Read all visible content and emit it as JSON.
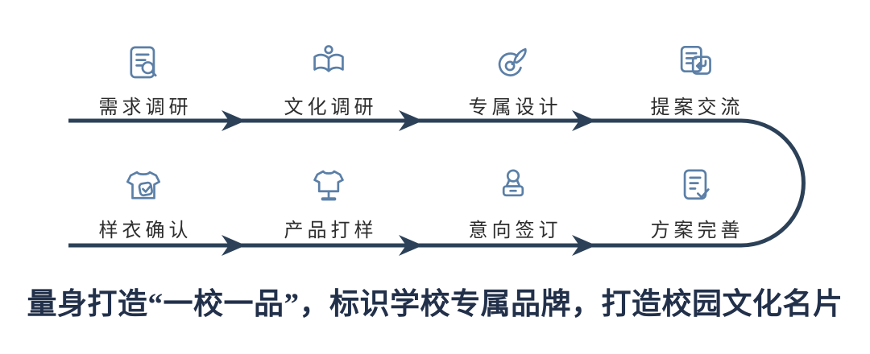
{
  "colors": {
    "flow_line": "#2c4158",
    "icon_stroke": "#5b7fa7",
    "step_label": "#2d2d2d",
    "tagline": "#22304a"
  },
  "flow": {
    "direction": "left-to-right, two rows joined by a U-turn on the right",
    "arrow_count": 6
  },
  "steps": [
    {
      "label": "需求调研",
      "icon": "document-search-icon",
      "row": "top"
    },
    {
      "label": "文化调研",
      "icon": "book-reader-icon",
      "row": "top"
    },
    {
      "label": "专属设计",
      "icon": "design-pen-icon",
      "row": "top"
    },
    {
      "label": "提案交流",
      "icon": "document-exchange-icon",
      "row": "top"
    },
    {
      "label": "样衣确认",
      "icon": "tshirt-check-icon",
      "row": "bottom"
    },
    {
      "label": "产品打样",
      "icon": "tshirt-stand-icon",
      "row": "bottom"
    },
    {
      "label": "意向签订",
      "icon": "stamp-icon",
      "row": "bottom"
    },
    {
      "label": "方案完善",
      "icon": "document-check-icon",
      "row": "bottom"
    }
  ],
  "tagline": "量身打造“一校一品”，标识学校专属品牌，打造校园文化名片"
}
